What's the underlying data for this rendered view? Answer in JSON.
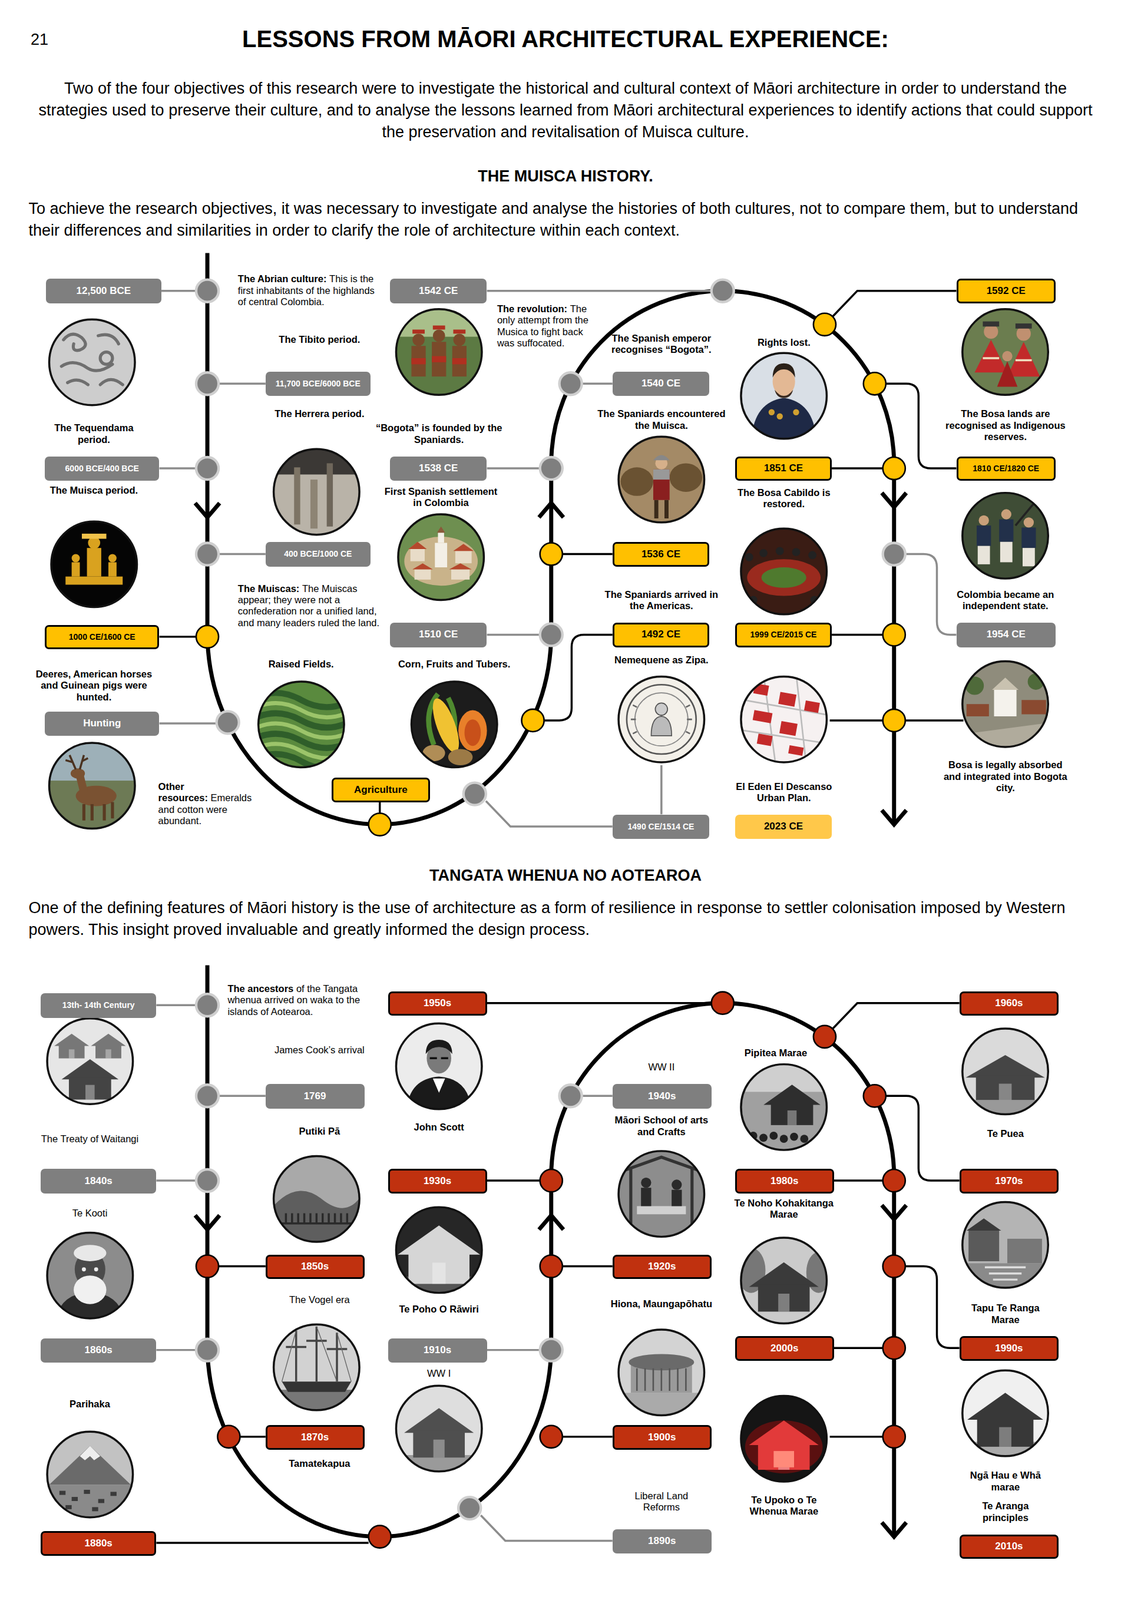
{
  "diagram": {
    "title": "LESSONS FROM MĀORI ARCHITECTURAL EXPERIENCE:",
    "nodes": [
      {
        "text": [
          "12,500 BCE"
        ]
      },
      {
        "text": [
          "11,700 BCE/6000 BCE"
        ]
      },
      {
        "text": [
          "6000 BCE/400 BCE"
        ]
      },
      {
        "text": [
          "400 BCE/1000 CE"
        ]
      },
      {
        "text": [
          "1000 CE/1600 CE"
        ]
      },
      {
        "text": [
          "Hunting"
        ]
      },
      {
        "text": [
          "Agriculture"
        ]
      },
      {
        "text": [
          "1542 CE"
        ]
      },
      {
        "text": [
          "1538 CE"
        ]
      },
      {
        "text": [
          "1510 CE"
        ]
      },
      {
        "text": [
          "1540 CE"
        ]
      },
      {
        "text": [
          "1536 CE"
        ]
      },
      {
        "text": [
          "1492 CE"
        ]
      },
      {
        "text": [
          "1490 CE/1514 CE"
        ]
      },
      {
        "text": [
          "1851 CE"
        ]
      },
      {
        "text": [
          "1999 CE/2015 CE"
        ]
      },
      {
        "text": [
          "2023 CE"
        ]
      },
      {
        "text": [
          "1592 CE"
        ]
      },
      {
        "text": [
          "1810 CE/1820 CE"
        ]
      },
      {
        "text": [
          "1954 CE"
        ]
      },
      {
        "text": [
          "13th- 14th Century"
        ]
      },
      {
        "text": [
          "1769"
        ]
      },
      {
        "text": [
          "1840s"
        ]
      },
      {
        "text": [
          "1850s"
        ]
      },
      {
        "text": [
          "1860s"
        ]
      },
      {
        "text": [
          "1870s"
        ]
      },
      {
        "text": [
          "1880s"
        ]
      },
      {
        "text": [
          "1950s"
        ]
      },
      {
        "text": [
          "1930s"
        ]
      },
      {
        "text": [
          "1910s"
        ]
      },
      {
        "text": [
          "1940s"
        ]
      },
      {
        "text": [
          "1920s"
        ]
      },
      {
        "text": [
          "1900s"
        ]
      },
      {
        "text": [
          "1890s"
        ]
      },
      {
        "text": [
          "1980s"
        ]
      },
      {
        "text": [
          "2000s"
        ]
      },
      {
        "text": [
          "1960s"
        ]
      },
      {
        "text": [
          "1970s"
        ]
      },
      {
        "text": [
          "1990s"
        ]
      },
      {
        "text": [
          "2010s"
        ]
      }
    ],
    "labels": [
      "21",
      "Two of the four objectives of this research were to investigate the historical and cultural context of Māori architecture in order to understand the strategies used to preserve their culture, and to analyse the lessons learned from Māori architectural experiences to identify actions that could support the preservation and revitalisation of Muisca culture.",
      "THE MUISCA HISTORY.",
      "To achieve the research objectives, it was necessary to investigate and analyse the histories of both cultures, not to compare them, but to understand their differences and similarities in order to clarify the role of architecture within each context.",
      "The Abrian culture:",
      "This is the first inhabitants of the highlands of central Colombia.",
      "The Tibito period.",
      "The Herrera period.",
      "The Tequendama period.",
      "The Muisca period.",
      "The Muiscas:",
      "The Muiscas appear; they were not a confederation nor a unified land, and many leaders ruled the land.",
      "Raised Fields.",
      "Corn, Fruits and Tubers.",
      "Deeres, American horses and Guinean pigs were hunted.",
      "Other resources:",
      "Emeralds and cotton were abundant.",
      "“Bogota” is founded by the Spaniards.",
      "First Spanish settlement in Colombia",
      "The revolution:",
      "The only attempt from the Musica to fight back was suffocated.",
      "The Spanish emperor recognises “Bogota”.",
      "The Spaniards encountered the Muisca.",
      "The Spaniards arrived in the Americas.",
      "Nemequene as Zipa.",
      "Rights lost.",
      "The Bosa Cabildo is restored.",
      "El Eden El Descanso Urban Plan.",
      "The Bosa lands are recognised as Indigenous reserves.",
      "Colombia became an independent state.",
      "Bosa is legally absorbed and integrated into Bogota city.",
      "TANGATA WHENUA NO AOTEAROA",
      "One of the defining features of Māori history is the use of architecture as a form of resilience in response to settler colonisation imposed by Western powers. This insight proved invaluable and greatly informed the design process.",
      "The ancestors",
      "of the Tangata whenua arrived on waka to the islands of Aotearoa.",
      "James Cook’s arrival",
      "The Treaty of Waitangi",
      "Te Kooti",
      "Putiki Pā",
      "The Vogel era",
      "Tamatekapua",
      "Parihaka",
      "John Scott",
      "Te Poho O Rāwiri",
      "WW I",
      "WW II",
      "Māori School of arts and Crafts",
      "Hiona, Maungapōhatu",
      "Liberal Land Reforms",
      "Pipitea Marae",
      "Te Noho Kohakitanga Marae",
      "Te Upoko o Te Whenua Marae",
      "Te Puea",
      "Tapu Te Ranga Marae",
      "Ngā Hau e Whā marae",
      "Te Aranga principles"
    ]
  }
}
